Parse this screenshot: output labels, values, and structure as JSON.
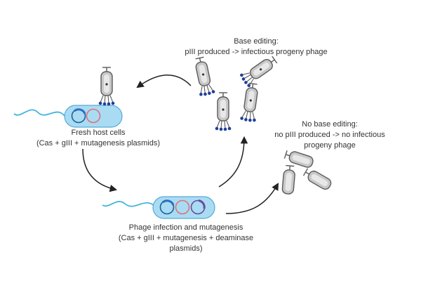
{
  "labels": {
    "base_editing": {
      "line1": "Base editing:",
      "line2": "pIII produced -> infectious progeny phage"
    },
    "no_base_editing": {
      "line1": "No base editing:",
      "line2": "no pIII produced -> no infectious",
      "line3": "progeny phage"
    },
    "fresh_host": {
      "line1": "Fresh host cells",
      "line2": "(Cas + gIII + mutagenesis plasmids)"
    },
    "phage_infection": {
      "line1": "Phage infection and mutagenesis",
      "line2": "(Cas + gIII + mutagenesis + deaminase",
      "line3": "plasmids)"
    }
  },
  "colors": {
    "cell_fill": "#a9dcf2",
    "cell_stroke": "#5aa9d6",
    "flagellum": "#43b4e0",
    "plasmid_blue": "#1f5f9c",
    "plasmid_red": "#e0707a",
    "plasmid_purple": "#6a4aa0",
    "phage_body": "#c8c8c8",
    "phage_outline": "#5a5a5a",
    "phage_feet": "#1f3f9a",
    "arrow": "#222222"
  }
}
